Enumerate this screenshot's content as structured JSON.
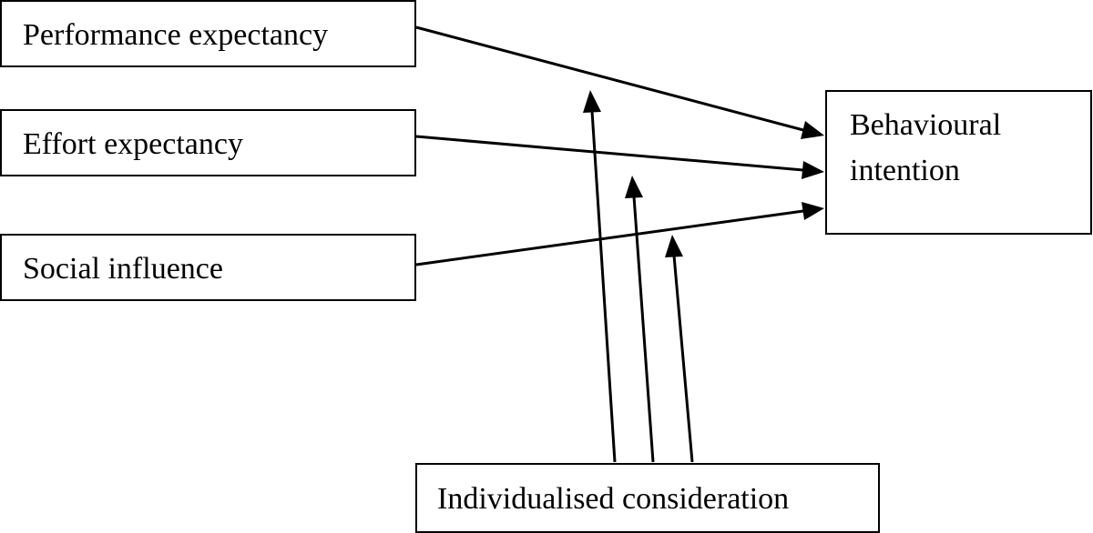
{
  "diagram": {
    "nodes": [
      {
        "id": "performance",
        "label_lines": [
          "Performance expectancy"
        ]
      },
      {
        "id": "effort",
        "label_lines": [
          "Effort expectancy"
        ]
      },
      {
        "id": "social",
        "label_lines": [
          "Social influence"
        ]
      },
      {
        "id": "behavioural",
        "label_lines": [
          "Behavioural",
          "intention"
        ]
      },
      {
        "id": "individualised",
        "label_lines": [
          "Individualised consideration"
        ]
      }
    ],
    "edges": [
      {
        "from": "performance",
        "to": "behavioural",
        "type": "direct"
      },
      {
        "from": "effort",
        "to": "behavioural",
        "type": "direct"
      },
      {
        "from": "social",
        "to": "behavioural",
        "type": "direct"
      },
      {
        "from": "individualised",
        "moderates": "performance-behavioural",
        "type": "moderation"
      },
      {
        "from": "individualised",
        "moderates": "effort-behavioural",
        "type": "moderation"
      },
      {
        "from": "individualised",
        "moderates": "social-behavioural",
        "type": "moderation"
      }
    ],
    "colors": {
      "stroke": "#000000",
      "fill": "#ffffff",
      "text": "#000000"
    }
  }
}
